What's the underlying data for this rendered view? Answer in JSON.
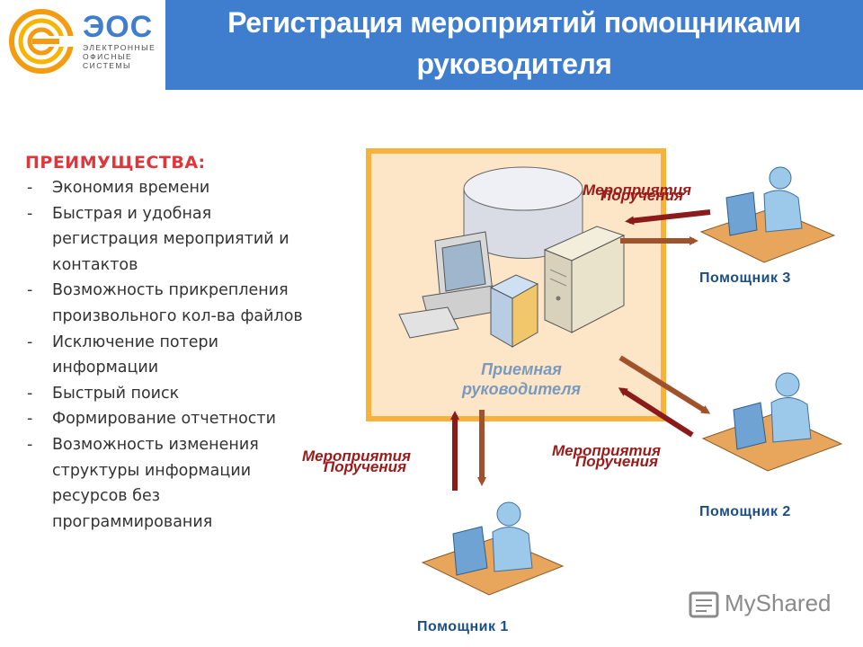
{
  "header": {
    "title_line1": "Регистрация мероприятий помощниками",
    "title_line2": "руководителя",
    "bg_color": "#3f7ecf"
  },
  "logo": {
    "abbr": "ЭОС",
    "sub_line1": "ЭЛЕКТРОННЫЕ",
    "sub_line2": "ОФИСНЫЕ",
    "sub_line3": "СИСТЕМЫ",
    "colors": [
      "#f39c12",
      "#f7c600"
    ]
  },
  "advantages": {
    "heading": "ПРЕИМУЩЕСТВА:",
    "items": [
      "Экономия времени",
      "Быстрая и удобная регистрация мероприятий и контактов",
      "Возможность прикрепления произвольного кол-ва файлов",
      "Исключение потери информации",
      "Быстрый поиск",
      "Формирование отчетности",
      "Возможность изменения структуры информации ресурсов без программирования"
    ]
  },
  "diagram": {
    "center_label_line1": "Приемная",
    "center_label_line2": "руководителя",
    "assistants": [
      "Помощник 3",
      "Помощник 2",
      "Помощник 1"
    ],
    "flow_labels": {
      "events": "Мероприятия",
      "tasks": "Поручения"
    },
    "colors": {
      "box_border": "#f7b23b",
      "box_fill": "#fde6c8",
      "arrow_dark": "#8b1a1a",
      "arrow_brown": "#a0522d"
    }
  },
  "watermark": {
    "text": "MyShared"
  }
}
